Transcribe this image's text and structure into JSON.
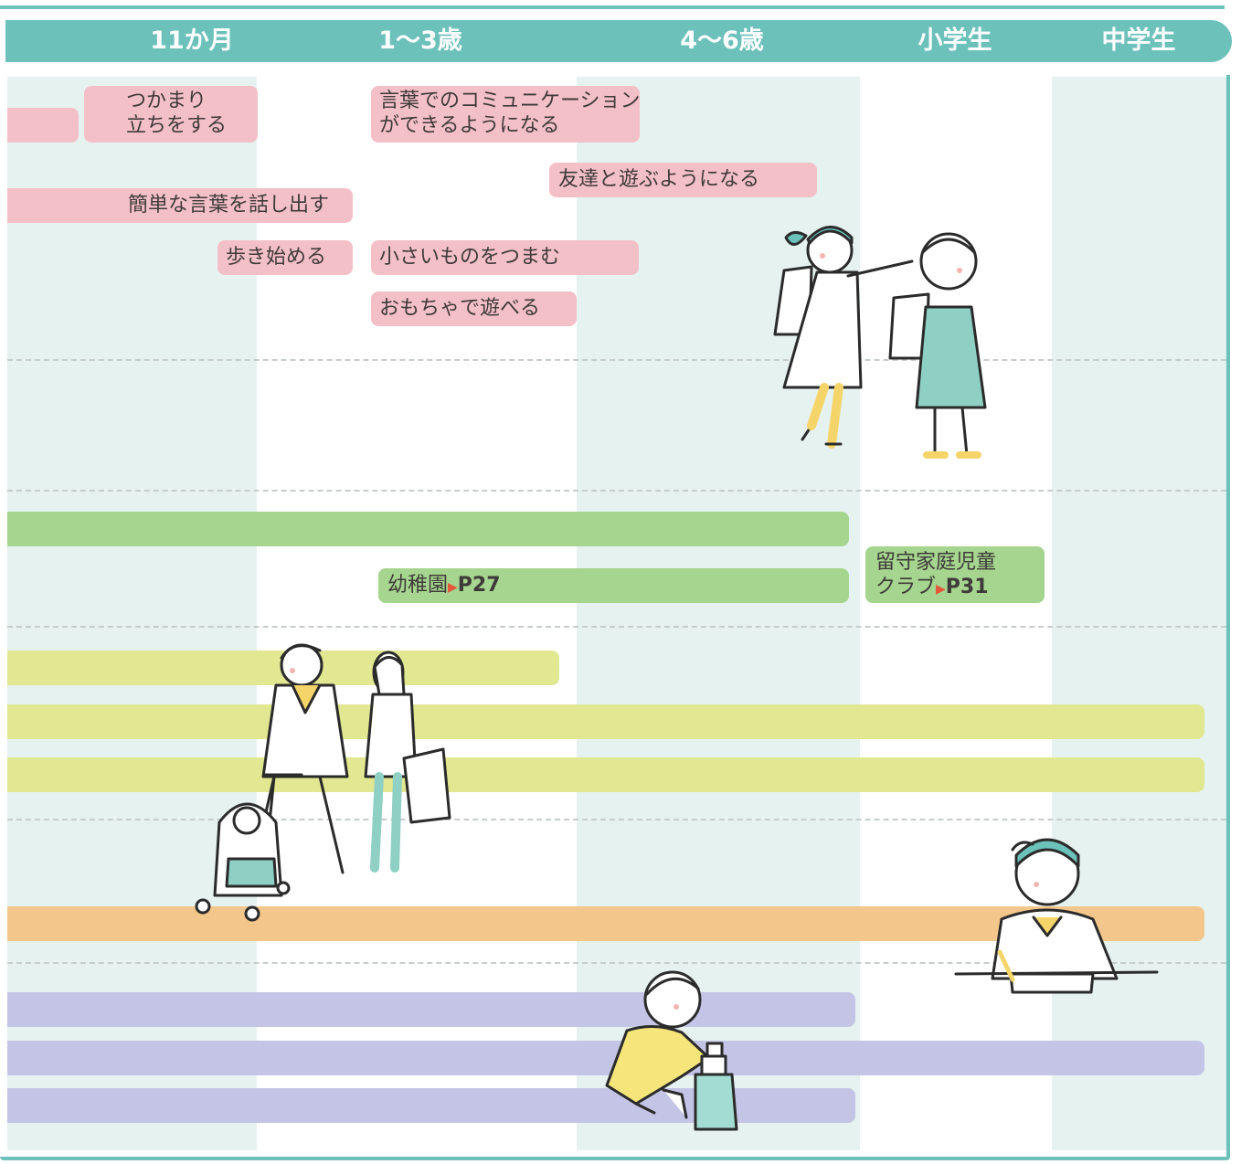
{
  "header": {
    "ages": [
      "11か月",
      "1〜3歳",
      "4〜6歳",
      "小学生",
      "中学生"
    ]
  },
  "milestones": {
    "stand_line1": "つかまり",
    "stand_line2": "立ちをする",
    "words": "簡単な言葉を話し出す",
    "walk": "歩き始める",
    "communication_line1": "言葉でのコミュニケーション",
    "communication_line2": "ができるようになる",
    "friends": "友達と遊ぶようになる",
    "pinch": "小さいものをつまむ",
    "toys": "おもちゃで遊べる"
  },
  "services": {
    "kindergarten": "幼稚園",
    "kindergarten_page": "P27",
    "afterschool_line1": "留守家庭児童",
    "afterschool_line2": "クラブ",
    "afterschool_page": "P31",
    "arrow": "▶"
  },
  "colors": {
    "header": "#6cc1bb",
    "column_shade": "#e6f2f0",
    "milestone": "#f4c0c7",
    "childcare": "#a5d58e",
    "support": "#e2e891",
    "education": "#f3c68b",
    "health": "#c4c5e6"
  }
}
